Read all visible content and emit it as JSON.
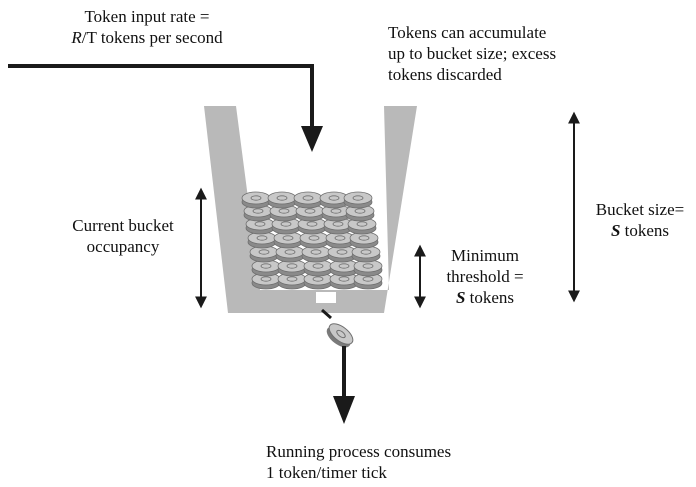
{
  "labels": {
    "input_rate": {
      "line1": "Token input rate =",
      "line2_prefix": "R",
      "line2_suffix": "/T tokens per second"
    },
    "accumulate": {
      "line1": "Tokens can accumulate",
      "line2": "up to bucket size; excess",
      "line3": "tokens discarded"
    },
    "occupancy": {
      "line1": "Current bucket",
      "line2": "occupancy"
    },
    "bucket_size": {
      "line1": "Bucket size=",
      "line2_var": "S",
      "line2_suffix": " tokens"
    },
    "threshold": {
      "line1": "Minimum",
      "line2": "threshold =",
      "line3_var": "S",
      "line3_suffix": " tokens"
    },
    "consumes": {
      "line1": "Running process consumes",
      "line2": "1 token/timer tick"
    }
  },
  "colors": {
    "bucket": "#b9b9b9",
    "coin": "#c8c8c8",
    "coin_edge": "#6f6f6f",
    "arrow": "#1a1a1a"
  }
}
